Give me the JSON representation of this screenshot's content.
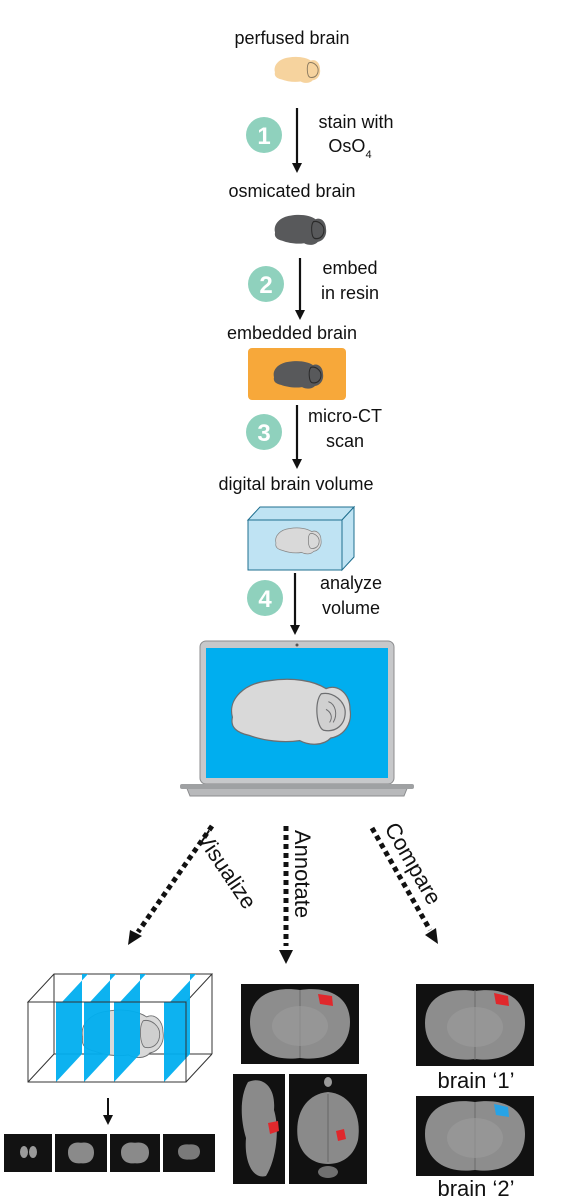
{
  "colors": {
    "step_badge": "#8fd1bd",
    "perfused_brain": "#f6d39e",
    "osmicated_brain": "#58595b",
    "resin_block": "#f7a83a",
    "volume_box": "#bfe3f3",
    "screen": "#00aeef",
    "brain_gray": "#d9d9d9",
    "annotation_red": "#e0282c",
    "annotation_blue": "#27a3e6"
  },
  "stages": [
    {
      "label": "perfused brain"
    },
    {
      "label": "osmicated brain"
    },
    {
      "label": "embedded brain"
    },
    {
      "label": "digital brain volume"
    }
  ],
  "steps": [
    {
      "number": "1",
      "line1": "stain with",
      "line2": "OsO",
      "subscript": "4"
    },
    {
      "number": "2",
      "line1": "embed",
      "line2": "in resin",
      "subscript": ""
    },
    {
      "number": "3",
      "line1": "micro-CT",
      "line2": "scan",
      "subscript": ""
    },
    {
      "number": "4",
      "line1": "analyze",
      "line2": "volume",
      "subscript": ""
    }
  ],
  "branches": [
    {
      "label": "Visualize"
    },
    {
      "label": "Annotate"
    },
    {
      "label": "Compare"
    }
  ],
  "compare_labels": [
    "brain ‘1’",
    "brain ‘2’"
  ],
  "icons": {
    "laptop": "laptop-icon",
    "brain": "brain-icon",
    "volume": "cube-icon"
  }
}
